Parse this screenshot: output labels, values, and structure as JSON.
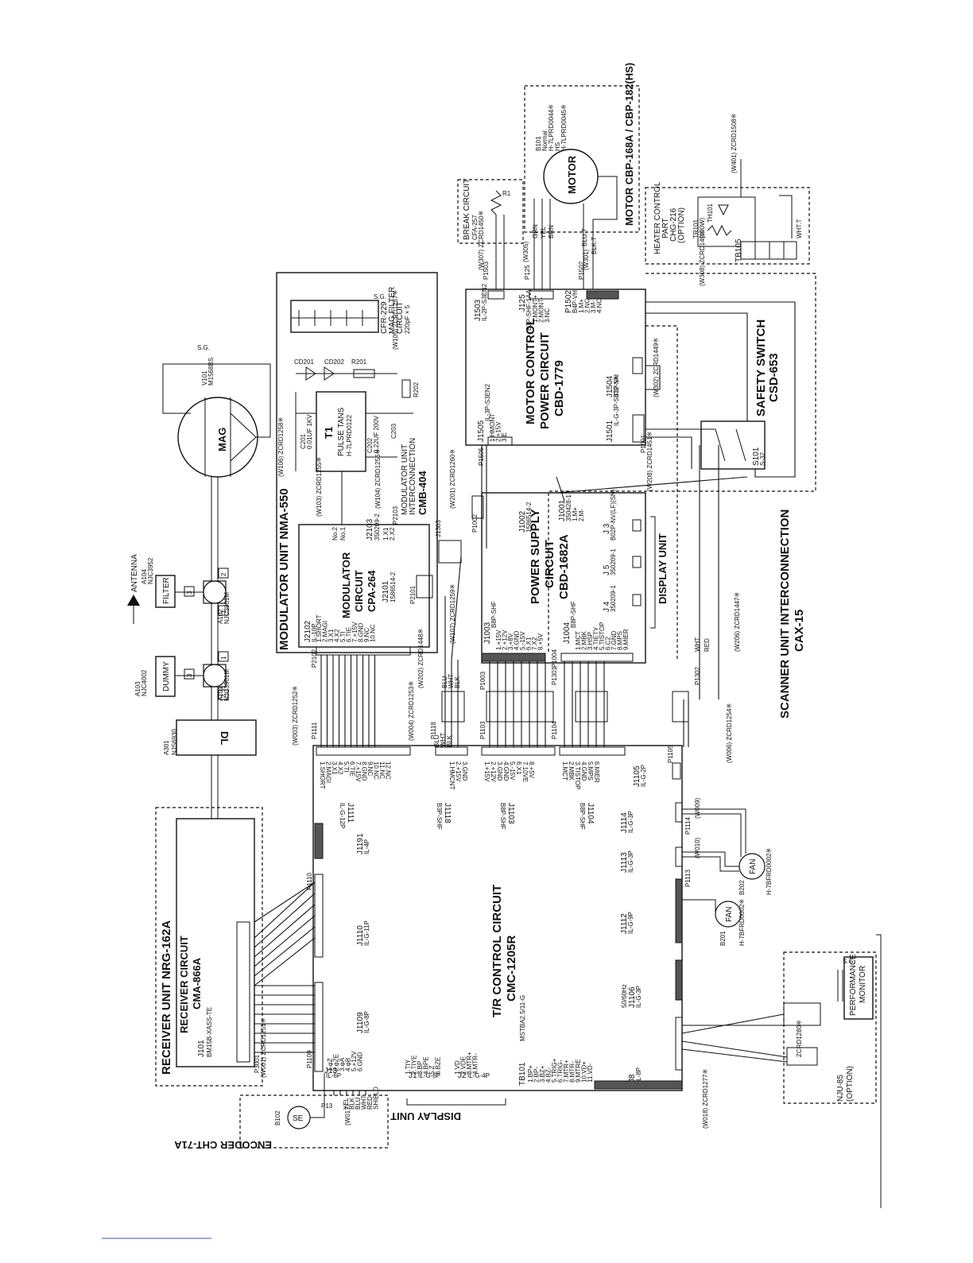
{
  "units": {
    "modulator_unit": "MODULATOR UNIT NMA-550",
    "modulator_circuit": [
      "MODULATOR",
      "CIRCUIT",
      "CPA-264"
    ],
    "pulse_trans": [
      "T1",
      "PULSE TANS",
      "H-7LPRD0122"
    ],
    "mag_filter": [
      "CFR-229",
      "MAG FILTER",
      "CIRCUIT",
      "220pF × 5"
    ],
    "mod_interconnect": [
      "MODULATOR UNIT",
      "INTERCONNECTION",
      "CMB-404"
    ],
    "motor_control": [
      "MOTOR CONTROL",
      "POWER CIRCUIT",
      "CBD-1779"
    ],
    "power_supply": [
      "POWER SUPPLY",
      "CIRCUIT",
      "CBD-1682A"
    ],
    "display_unit": "DISPLAY UNIT",
    "receiver_unit": "RECEIVER UNIT NRG-162A",
    "receiver_circuit": [
      "RECEIVER CIRCUIT",
      "CMA-866A"
    ],
    "tr_control": [
      "T/R CONTROL CIRCUIT",
      "CMC-1205R"
    ],
    "scanner_interconnect": [
      "SCANNER UNIT INTERCONNECTION",
      "CAX-15"
    ],
    "safety_switch": [
      "SAFETY SWITCH",
      "CSD-653"
    ],
    "break_circuit": [
      "BREAK CIRCUIT",
      "CFA-257"
    ],
    "motor_unit": "MOTOR CBP-168A / CBP-182(HS)",
    "heater_control": [
      "HEATER CONTROL",
      "PART",
      "CHG-216",
      "(OPTION)"
    ],
    "encoder": "ENCODER CHT-71A",
    "performance_monitor": [
      "PERFORMANCE",
      "MONITOR"
    ],
    "nju": [
      "NJU-85",
      "(OPTION)"
    ]
  },
  "components": {
    "antenna": "ANTENNA",
    "filter": "FILTER",
    "filter_part": [
      "A104",
      "NJC3952"
    ],
    "dummy": "DUMMY",
    "dummy_part": [
      "A103",
      "NJC4002"
    ],
    "dl": "DL",
    "dl_part": [
      "A301",
      "NJS6930"
    ],
    "circ1": [
      "A101",
      "NJC3901M"
    ],
    "circ2": [
      "A102",
      "NJC3901M"
    ],
    "mag": "MAG",
    "mag_part": [
      "V101",
      "M1568BS"
    ],
    "motor": "MOTOR",
    "motor_part": [
      "B101",
      "Normal",
      "H-7LPRD0044※",
      "HS",
      "H-7LPRD0045※"
    ],
    "fan": "FAN",
    "fan1": [
      "B201",
      "H-7BFRD0002※"
    ],
    "fan2": [
      "B202",
      "H-7BFRD0002※"
    ],
    "se": "SE",
    "se_part": "B102",
    "port_num": [
      "1",
      "2",
      "3"
    ],
    "s101": [
      "S101",
      "S-32"
    ],
    "tb105": "TB105",
    "tr101": [
      "TR101",
      "(100W)"
    ],
    "th101": "TH101",
    "r1": "R1",
    "sg": "S.G.",
    "caps": [
      "C201",
      "0.01UF 1KV",
      "C202",
      "0.22UF 200V",
      "C203"
    ],
    "diodes": [
      "CD201",
      "CD202",
      "R201",
      "R202"
    ]
  },
  "cables": [
    "(W001) ZCRD1251※",
    "(W003) ZCRD1252※",
    "(W004) ZCRD1253※",
    "(W006) ZCRD1254※",
    "(W103) ZCRD1255※",
    "(W104) ZCRD1256※",
    "(W105) ZCRD1257※",
    "(W106) ZCRD1258※",
    "(W107) ZCRD1259※",
    "(W201) ZCRD1260※",
    "(W202) ZCRD1448※",
    "(W206) ZCRD1447※",
    "(W208) ZCRD1451※",
    "(W301)",
    "(W302) ZCRD1449※",
    "(W305)",
    "(W307) ZCRD1450※",
    "(W308) ZCRD149※",
    "(W401) ZCRD1508※",
    "(W009)",
    "(W010)",
    "(W017)",
    "(W018) ZCRD1277※",
    "ZCRD1280※"
  ],
  "connectors": {
    "j2102": [
      "J2102",
      "IL-10P"
    ],
    "j2102_pins": [
      "1.SHORT",
      "2.MAGI",
      "3.X1",
      "4.X2",
      "5.TI",
      "6.TIE",
      "7.+15V",
      "8.GND",
      "9.NC",
      "10.NC"
    ],
    "j2101": [
      "J2101",
      "1586514-2"
    ],
    "j2103": [
      "J2103",
      "350209-2"
    ],
    "j2103_pins": [
      "1.X1",
      "2.X2"
    ],
    "j1003": [
      "J1003",
      "B8P-SHF"
    ],
    "j1003_pins": [
      "1.+15V",
      "2.+12V",
      "3.+8V",
      "4.GND",
      "5.-15V",
      "6.X1",
      "7.X2",
      "8.+5V"
    ],
    "j1004": [
      "J1004",
      "B8P-SHF"
    ],
    "j1004_pins": [
      "1.MCT",
      "2.MBK",
      "3.HSP",
      "4.TIETY",
      "5.TISTOP",
      "6.C2",
      "7.GND",
      "8.MPS",
      "9.MIER"
    ],
    "j1002": [
      "J1002",
      "1586514-2"
    ],
    "j1001": [
      "J1001",
      "350428-1"
    ],
    "j1001_pins": [
      "1.M+",
      "2.M-"
    ],
    "j3": [
      "J 3",
      "B02P-NV(LF)(SN)"
    ],
    "j5": [
      "J 5",
      "350209-1"
    ],
    "j4": [
      "J 4",
      "350209-1"
    ],
    "j1503": [
      "J1503",
      "IL-2P-S3EN2"
    ],
    "j125": [
      "J125",
      "B3P-SHF-1AA"
    ],
    "j125_pins": [
      "1.MONT+",
      "2.MONT-",
      "3.NC"
    ],
    "p1502": [
      "P1502",
      "B4P-VH"
    ],
    "p1502_pins": [
      "1.M+",
      "2.NC",
      "3.M-",
      "4.NC"
    ],
    "j1505": [
      "J1505",
      "IL-3P-S3EN2"
    ],
    "j1505_pins": [
      "1.HMONT",
      "2.+15V",
      "3.E"
    ],
    "j1504": [
      "J1504",
      "B3P-VH"
    ],
    "j1501": [
      "J1501",
      "IL-G-3P-S3T2-SA"
    ],
    "j1111": [
      "J1111",
      "IL-G-12P"
    ],
    "j1111_pins": [
      "1.SHORT",
      "2.MAGI",
      "3.X1",
      "4.X2",
      "5.TI",
      "6.TIE",
      "7.+15V",
      "8.GND",
      "9.NC",
      "10.NC",
      "11.NC",
      "12.NC"
    ],
    "j1118": [
      "J1118",
      "B3P-SHF"
    ],
    "j1118_pins": [
      "1.HMCNT",
      "2.+15V",
      "3.GND"
    ],
    "j1103": [
      "J1103",
      "B8P-SHF"
    ],
    "j1103_pins": [
      "1.+15V",
      "2.+12V",
      "3.GND",
      "4.GND",
      "5.-15V",
      "6.X1",
      "7.10VE",
      "8.+5V"
    ],
    "j1104": [
      "J1104",
      "B8P-SHF"
    ],
    "j1104_pins": [
      "1.MCT",
      "2.MBK",
      "3.TISTOP",
      "4.GND",
      "5.MPS",
      "6.MIER"
    ],
    "j1105": [
      "J1105",
      "IL-G-2P"
    ],
    "j1114": [
      "J1114",
      "IL-G-3P"
    ],
    "j1113": [
      "J1113",
      "IL-G-3P"
    ],
    "j1112": [
      "J1112",
      "IL-G-9P"
    ],
    "j1106": [
      "50/60Hz",
      "J1106",
      "IL-G-3P"
    ],
    "j1191": [
      "J1191",
      "IL-4P"
    ],
    "j1110": [
      "J1110",
      "IL-G-11P"
    ],
    "j1109": [
      "J1109",
      "IL-G-8P"
    ],
    "j101": [
      "J101",
      "BM15B-XASS-TE"
    ],
    "j13": [
      "J13",
      "IL-6P"
    ],
    "j13_pins": [
      "1.φZ",
      "2.φZE",
      "3.φA",
      "4.φB",
      "5.+12V",
      "6.GND"
    ],
    "p13_colors": [
      "YEL",
      "BLK",
      "BLU",
      "WHT",
      "RED",
      "SHIELD"
    ],
    "j1": [
      "J1",
      "IL-G-6P"
    ],
    "j1_pins": [
      "1.TIY",
      "2.TIYE",
      "3.BP",
      "4.BPE",
      "5.Z",
      "6.BZE"
    ],
    "j2": [
      "J2",
      "IL-G-4P"
    ],
    "j2_pins": [
      "1.VD",
      "2.VDE",
      "3.MTR+",
      "4.MTR-"
    ],
    "tb101": [
      "TB101",
      "MSTBA2.5/11-G"
    ],
    "tb101_pins": [
      "1.BP+",
      "2.BP-",
      "3.BZ+",
      "4.BZ-",
      "5.TRIG+",
      "6.TRIG-",
      "7.MTR+",
      "8.MTR-",
      "9.MTRE",
      "10.VD+",
      "11.VD-"
    ],
    "j8": [
      "J8",
      "IL-8P"
    ],
    "plugs": [
      "P1111",
      "P2102",
      "P1003",
      "P1004",
      "P1103",
      "P1104",
      "P1105",
      "P1301",
      "P1302",
      "P1118",
      "P1002",
      "P1505",
      "P1501",
      "P1503",
      "P125",
      "P1502",
      "P1110",
      "P1109",
      "P1113",
      "P1114",
      "P3001",
      "P2101",
      "P2103",
      "P13",
      "J1303"
    ],
    "wire_colors": [
      "BLU",
      "WHT",
      "BLK",
      "GRN",
      "YEL",
      "BRN",
      "BLU.T",
      "BLK.T",
      "WHT.T",
      "WHT",
      "RED"
    ],
    "mag_terms": [
      "No.2",
      "No.1"
    ]
  }
}
